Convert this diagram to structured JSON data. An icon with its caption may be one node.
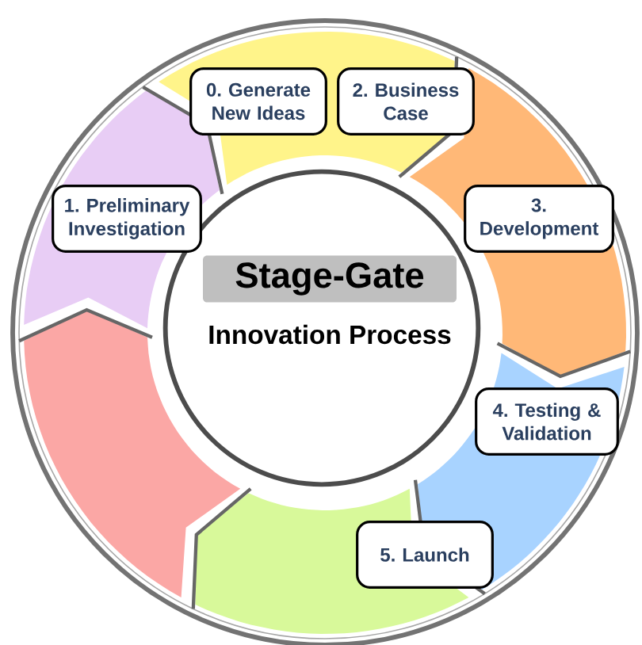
{
  "diagram": {
    "nodes": [
      {
        "text": [
          "0. Generate New Ideas"
        ]
      },
      {
        "text": [
          "2. Business Case"
        ]
      },
      {
        "text": [
          "1. Preliminary Investigation"
        ]
      },
      {
        "text": [
          "3. Development"
        ]
      },
      {
        "text": [
          "Stage-Gate",
          "Innovation Process"
        ]
      },
      {
        "text": [
          "4. Testing & Validation"
        ]
      },
      {
        "text": [
          "5. Launch"
        ]
      }
    ]
  }
}
